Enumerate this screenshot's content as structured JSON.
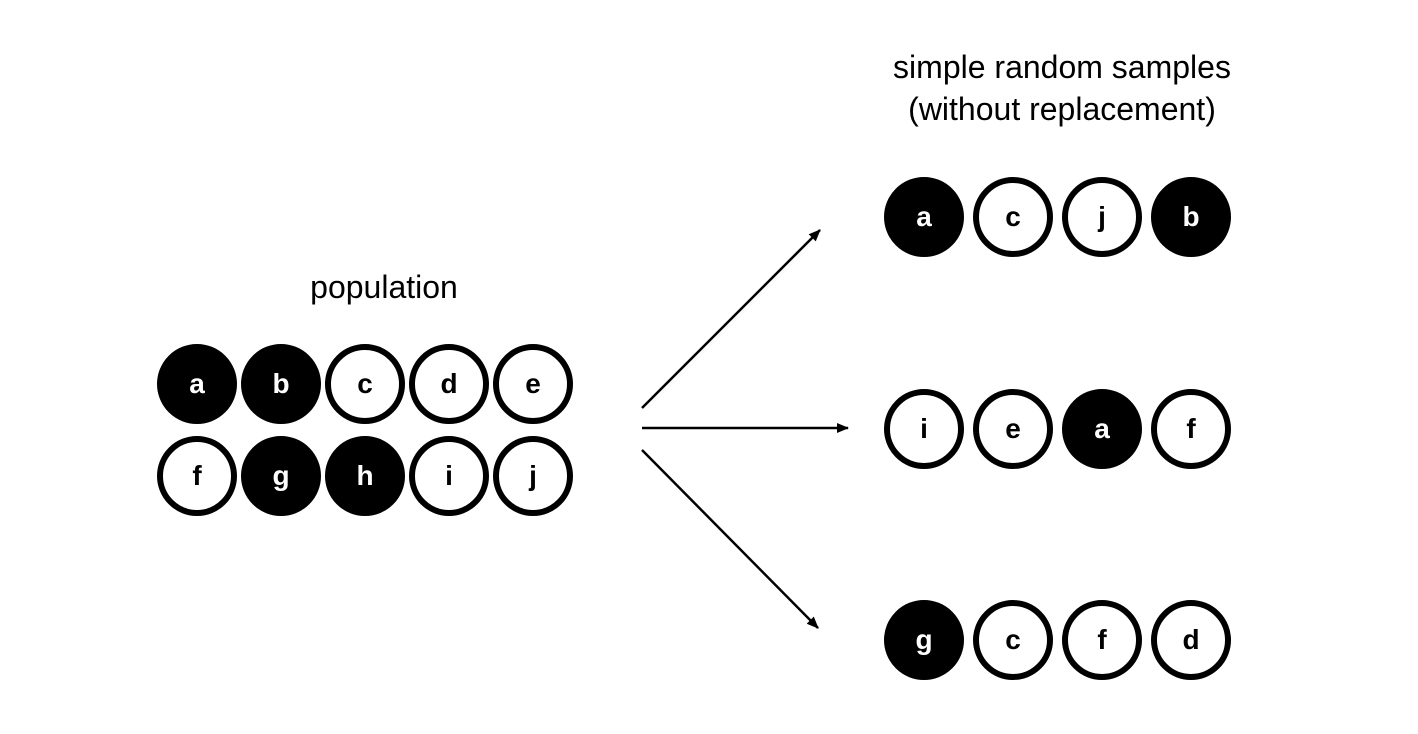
{
  "population": {
    "label": "population",
    "circles": [
      {
        "letter": "a",
        "filled": true
      },
      {
        "letter": "b",
        "filled": true
      },
      {
        "letter": "c",
        "filled": false
      },
      {
        "letter": "d",
        "filled": false
      },
      {
        "letter": "e",
        "filled": false
      },
      {
        "letter": "f",
        "filled": false
      },
      {
        "letter": "g",
        "filled": true
      },
      {
        "letter": "h",
        "filled": true
      },
      {
        "letter": "i",
        "filled": false
      },
      {
        "letter": "j",
        "filled": false
      }
    ]
  },
  "samples": {
    "title_line1": "simple random samples",
    "title_line2": "(without replacement)",
    "rows": [
      [
        {
          "letter": "a",
          "filled": true
        },
        {
          "letter": "c",
          "filled": false
        },
        {
          "letter": "j",
          "filled": false
        },
        {
          "letter": "b",
          "filled": true
        }
      ],
      [
        {
          "letter": "i",
          "filled": false
        },
        {
          "letter": "e",
          "filled": false
        },
        {
          "letter": "a",
          "filled": true
        },
        {
          "letter": "f",
          "filled": false
        }
      ],
      [
        {
          "letter": "g",
          "filled": true
        },
        {
          "letter": "c",
          "filled": false
        },
        {
          "letter": "f",
          "filled": false
        },
        {
          "letter": "d",
          "filled": false
        }
      ]
    ]
  },
  "colors": {
    "filled": "#000000",
    "outline": "#000000",
    "background": "#ffffff"
  }
}
